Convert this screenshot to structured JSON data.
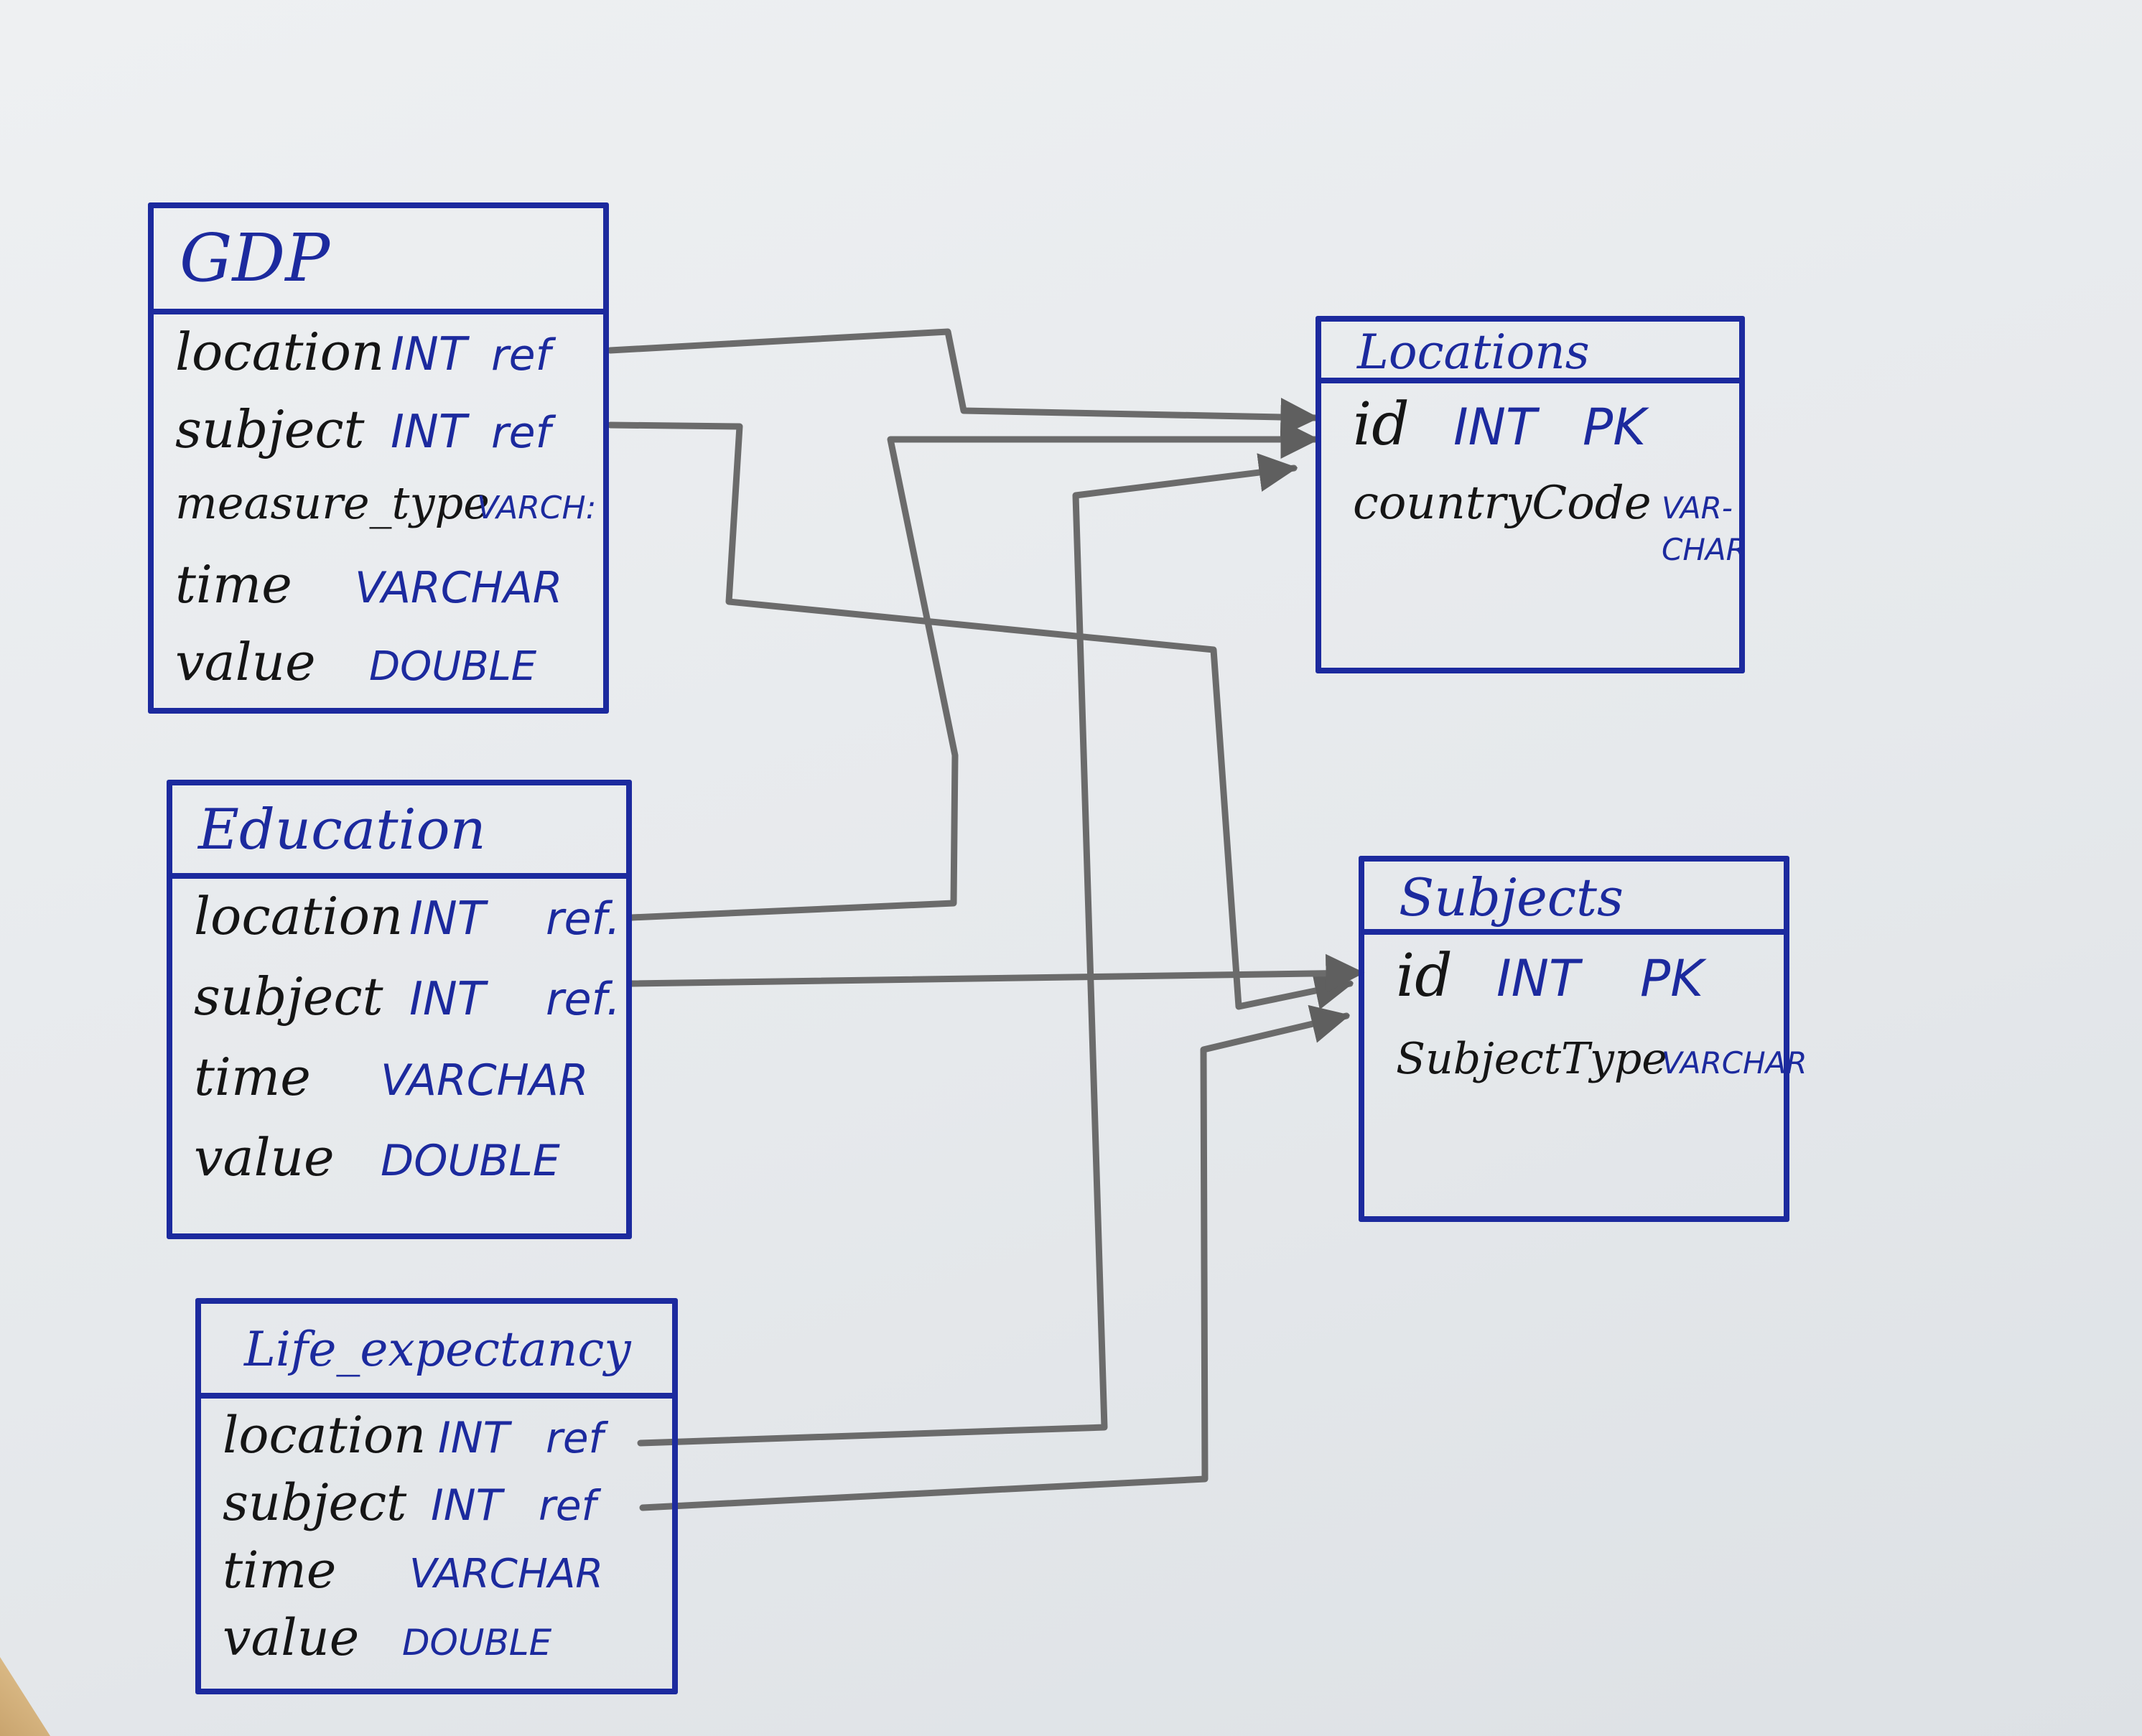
{
  "diagram": {
    "tables": [
      {
        "id": "gdp",
        "name": "GDP",
        "columns": [
          {
            "name": "location",
            "type": "INT",
            "flag": "ref"
          },
          {
            "name": "subject",
            "type": "INT",
            "flag": "ref"
          },
          {
            "name": "measure_type",
            "type": "VARCH:",
            "flag": ""
          },
          {
            "name": "time",
            "type": "VARCHAR",
            "flag": ""
          },
          {
            "name": "value",
            "type": "DOUBLE",
            "flag": ""
          }
        ]
      },
      {
        "id": "education",
        "name": "Education",
        "columns": [
          {
            "name": "location",
            "type": "INT",
            "flag": "ref."
          },
          {
            "name": "subject",
            "type": "INT",
            "flag": "ref."
          },
          {
            "name": "time",
            "type": "VARCHAR",
            "flag": ""
          },
          {
            "name": "value",
            "type": "DOUBLE",
            "flag": ""
          }
        ]
      },
      {
        "id": "life_expectancy",
        "name": "Life_expectancy",
        "columns": [
          {
            "name": "location",
            "type": "INT",
            "flag": "ref"
          },
          {
            "name": "subject",
            "type": "INT",
            "flag": "ref"
          },
          {
            "name": "time",
            "type": "VARCHAR",
            "flag": ""
          },
          {
            "name": "value",
            "type": "DOUBLE",
            "flag": ""
          }
        ]
      },
      {
        "id": "locations",
        "name": "Locations",
        "columns": [
          {
            "name": "id",
            "type": "INT",
            "flag": "PK"
          },
          {
            "name": "countryCode",
            "type": "VAR-CHAR",
            "flag": ""
          }
        ]
      },
      {
        "id": "subjects",
        "name": "Subjects",
        "columns": [
          {
            "name": "id",
            "type": "INT",
            "flag": "PK"
          },
          {
            "name": "SubjectType",
            "type": "VARCHAR",
            "flag": ""
          }
        ]
      }
    ],
    "relationships": [
      {
        "from": "GDP.location",
        "to": "Locations.id"
      },
      {
        "from": "GDP.subject",
        "to": "Subjects.id"
      },
      {
        "from": "Education.location",
        "to": "Locations.id"
      },
      {
        "from": "Education.subject",
        "to": "Subjects.id"
      },
      {
        "from": "Life_expectancy.location",
        "to": "Locations.id"
      },
      {
        "from": "Life_expectancy.subject",
        "to": "Subjects.id"
      }
    ],
    "colors": {
      "ink_blue": "#1c2a9e",
      "ink_black": "#151515",
      "pencil": "#6b6b6b",
      "paper": "#e8ebee"
    }
  }
}
